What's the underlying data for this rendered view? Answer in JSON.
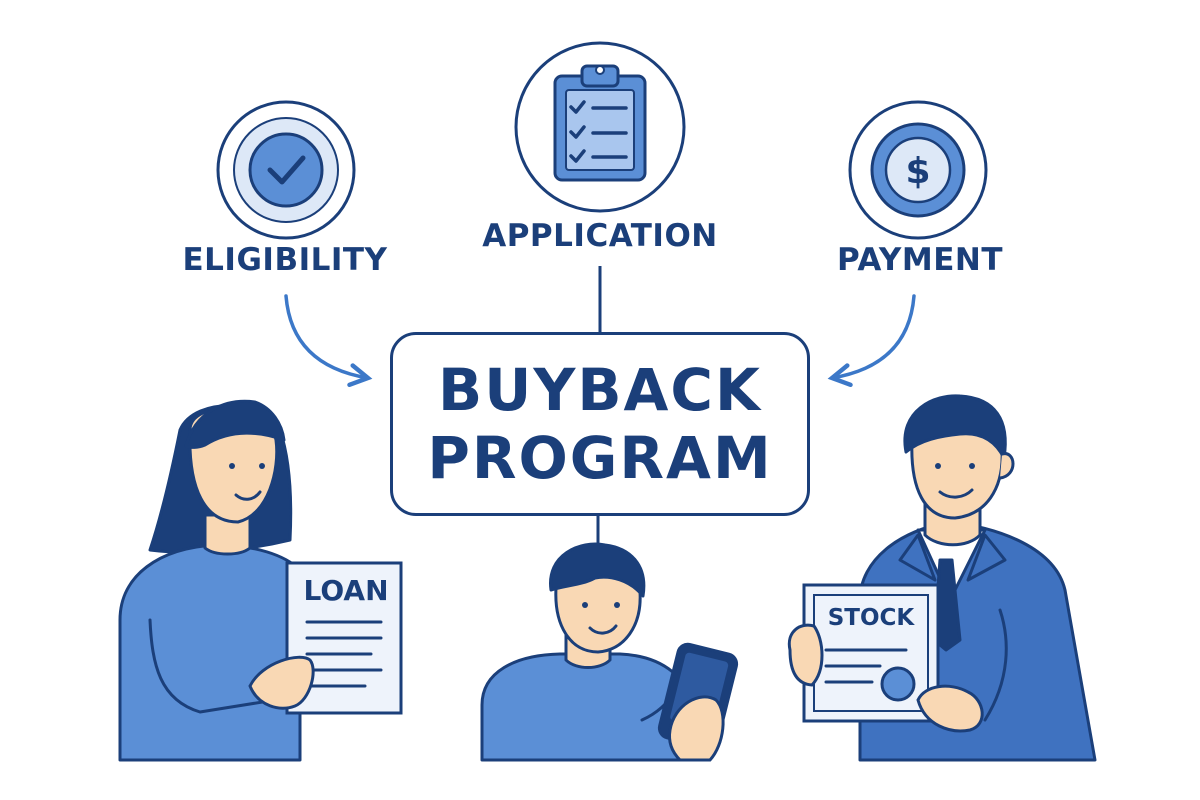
{
  "diagram": {
    "title_lines": [
      "BUYBACK",
      "PROGRAM"
    ],
    "steps": [
      {
        "label": "ELIGIBILITY",
        "icon": "check-circle-icon"
      },
      {
        "label": "APPLICATION",
        "icon": "clipboard-checklist-icon"
      },
      {
        "label": "PAYMENT",
        "icon": "dollar-coin-icon"
      }
    ],
    "documents": {
      "loan": "LOAN",
      "stock": "STOCK"
    }
  },
  "colors": {
    "outline": "#1b3f7a",
    "fill_blue": "#5b8fd6",
    "fill_light": "#dde8f7",
    "skin": "#f9d8b4",
    "hair": "#1b3f7a",
    "arrow": "#3c78c8"
  }
}
